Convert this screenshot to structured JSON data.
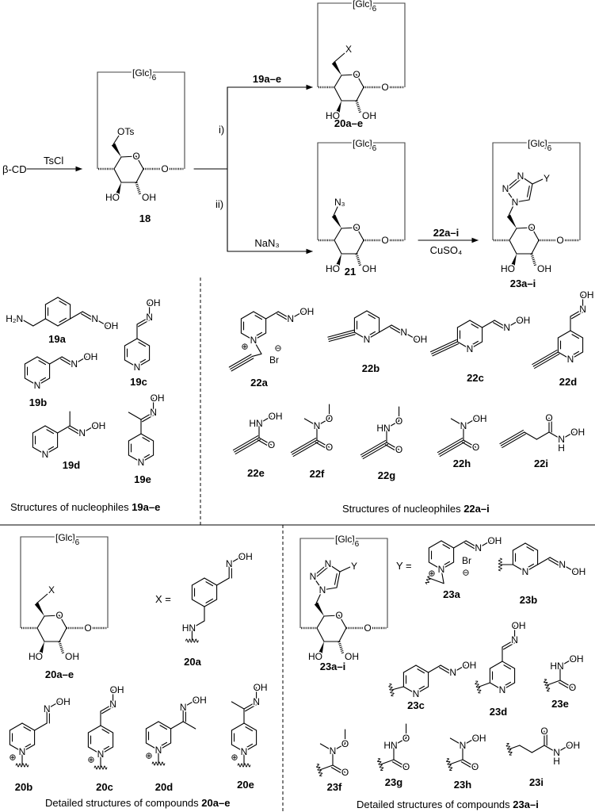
{
  "reaction": {
    "start": "β-CD",
    "reagent_tscl": "TsCl",
    "branch_i": "i)",
    "branch_ii": "ii)",
    "reagent_19": "19a–e",
    "reagent_nan3": "NaN₃",
    "reagent_22": "22a–i",
    "reagent_cuso4": "CuSO₄"
  },
  "glucose_unit": {
    "glc": "[Glc]",
    "glc_sub": "6",
    "ring_o": "O",
    "link_o": "O",
    "ho": "HO",
    "oh": "OH"
  },
  "units": {
    "u18": {
      "label": "18",
      "sub": [
        "OTs"
      ]
    },
    "u20": {
      "label": "20a–e",
      "sub": [
        "X"
      ]
    },
    "u21": {
      "label": "21",
      "sub": [
        "N₃"
      ]
    },
    "u23": {
      "label": "23a–i",
      "sub": [
        "N",
        "N",
        "N",
        "Y"
      ]
    },
    "u20d": {
      "label": "20a–e",
      "sub": [
        "X"
      ]
    },
    "u23d": {
      "label": "23a–i",
      "sub": [
        "N",
        "N",
        "N",
        "Y"
      ]
    }
  },
  "x_equals": "X =",
  "y_equals": "Y =",
  "molecules": {
    "19a": {
      "label": "19a",
      "atoms": [
        "N",
        "OH",
        "H₂N"
      ]
    },
    "19b": {
      "label": "19b",
      "atoms": [
        "N",
        "N",
        "OH"
      ]
    },
    "19c": {
      "label": "19c",
      "atoms": [
        "N",
        "N",
        "OH"
      ]
    },
    "19d": {
      "label": "19d",
      "atoms": [
        "N",
        "N",
        "OH"
      ]
    },
    "19e": {
      "label": "19e",
      "atoms": [
        "N",
        "N",
        "OH"
      ]
    },
    "22a": {
      "label": "22a",
      "atoms": [
        "N",
        "⊕",
        "N",
        "OH",
        "Br",
        "⊖"
      ]
    },
    "22b": {
      "label": "22b",
      "atoms": [
        "N",
        "N",
        "OH"
      ]
    },
    "22c": {
      "label": "22c",
      "atoms": [
        "N",
        "N",
        "OH"
      ]
    },
    "22d": {
      "label": "22d",
      "atoms": [
        "N",
        "N",
        "OH"
      ]
    },
    "22e": {
      "label": "22e",
      "atoms": [
        "O",
        "HN",
        "OH"
      ]
    },
    "22f": {
      "label": "22f",
      "atoms": [
        "O",
        "N",
        "O"
      ]
    },
    "22g": {
      "label": "22g",
      "atoms": [
        "O",
        "HN",
        "O"
      ]
    },
    "22h": {
      "label": "22h",
      "atoms": [
        "O",
        "N",
        "OH"
      ]
    },
    "22i": {
      "label": "22i",
      "atoms": [
        "O",
        "N",
        "H",
        "OH"
      ]
    },
    "20a": {
      "label": "20a",
      "atoms": [
        "N",
        "OH",
        "HN"
      ]
    },
    "20b": {
      "label": "20b",
      "atoms": [
        "N",
        "⊕",
        "N",
        "OH"
      ]
    },
    "20c": {
      "label": "20c",
      "atoms": [
        "N",
        "⊕",
        "N",
        "OH"
      ]
    },
    "20d": {
      "label": "20d",
      "atoms": [
        "N",
        "⊕",
        "N",
        "OH"
      ]
    },
    "20e": {
      "label": "20e",
      "atoms": [
        "N",
        "⊕",
        "N",
        "OH"
      ]
    },
    "23a": {
      "label": "23a",
      "atoms": [
        "N",
        "⊕",
        "N",
        "OH",
        "Br",
        "⊖"
      ]
    },
    "23b": {
      "label": "23b",
      "atoms": [
        "N",
        "N",
        "OH"
      ]
    },
    "23c": {
      "label": "23c",
      "atoms": [
        "N",
        "N",
        "OH"
      ]
    },
    "23d": {
      "label": "23d",
      "atoms": [
        "N",
        "N",
        "OH"
      ]
    },
    "23e": {
      "label": "23e",
      "atoms": [
        "O",
        "HN",
        "OH"
      ]
    },
    "23f": {
      "label": "23f",
      "atoms": [
        "O",
        "N",
        "O"
      ]
    },
    "23g": {
      "label": "23g",
      "atoms": [
        "O",
        "HN",
        "O"
      ]
    },
    "23h": {
      "label": "23h",
      "atoms": [
        "O",
        "N",
        "OH"
      ]
    },
    "23i": {
      "label": "23i",
      "atoms": [
        "O",
        "N",
        "H",
        "OH"
      ]
    }
  },
  "captions": {
    "c19": {
      "text": "Structures of nucleophiles ",
      "bold": "19a–e"
    },
    "c22": {
      "text": "Structures of nucleophiles ",
      "bold": "22a–i"
    },
    "c20": {
      "text": "Detailed structures of compounds ",
      "bold": "20a–e"
    },
    "c23": {
      "text": "Detailed structures of compounds ",
      "bold": "23a–i"
    }
  }
}
